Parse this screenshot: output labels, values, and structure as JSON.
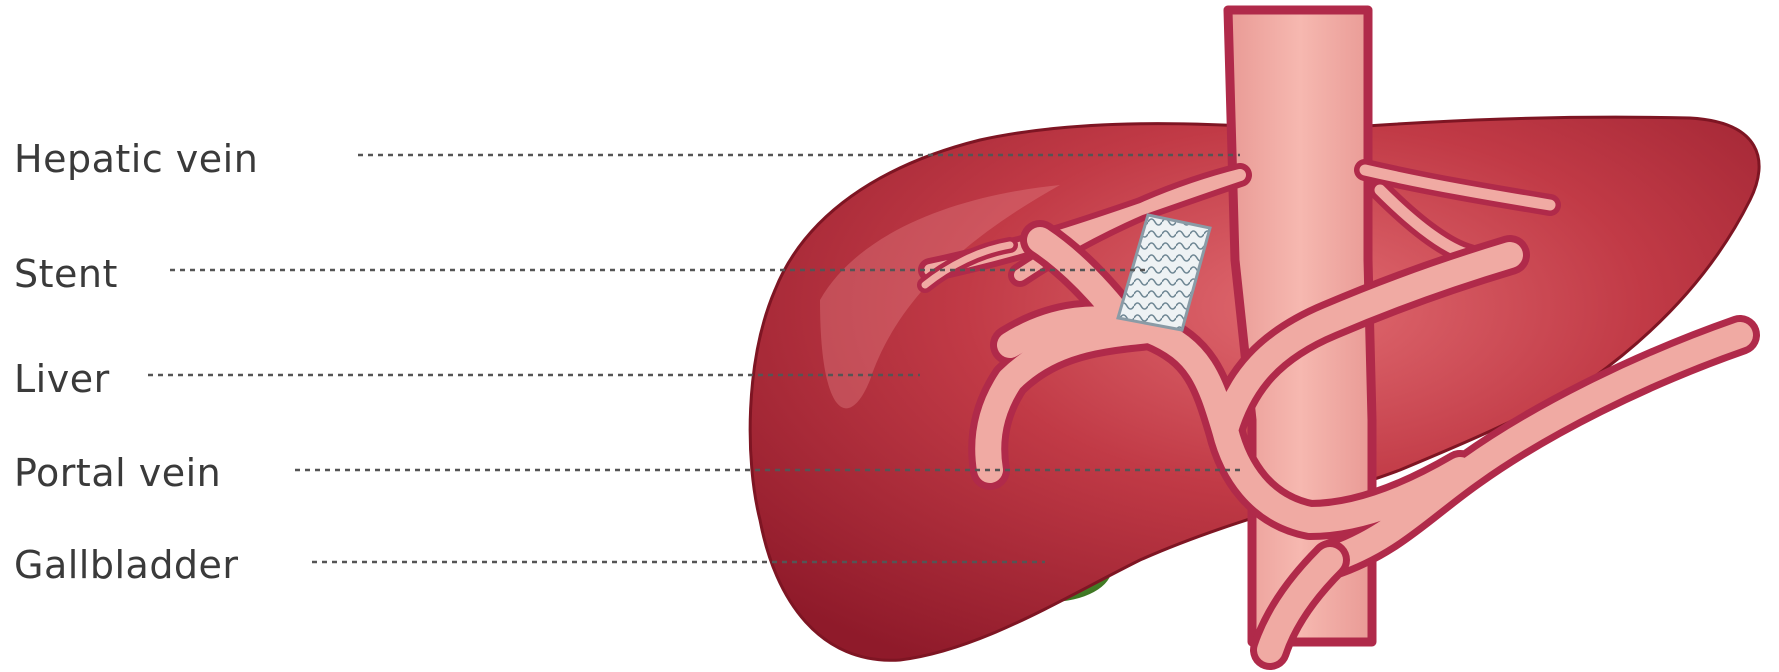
{
  "labels": {
    "hepatic_vein": "Hepatic vein",
    "stent": "Stent",
    "liver": "Liver",
    "portal_vein": "Portal vein",
    "gallbladder": "Gallbladder"
  },
  "colors": {
    "liver_dark": "#9c1f2e",
    "liver_mid": "#b8323f",
    "liver_light": "#d65a63",
    "vessel_fill": "#f0aaa3",
    "vessel_outline": "#b02a4a",
    "gallbladder": "#4e8a2e",
    "stent": "#dfe6ea",
    "leader_line": "#555555",
    "label_text": "#3a3a3a"
  },
  "icons": {
    "stent": "stent-mesh-icon"
  }
}
